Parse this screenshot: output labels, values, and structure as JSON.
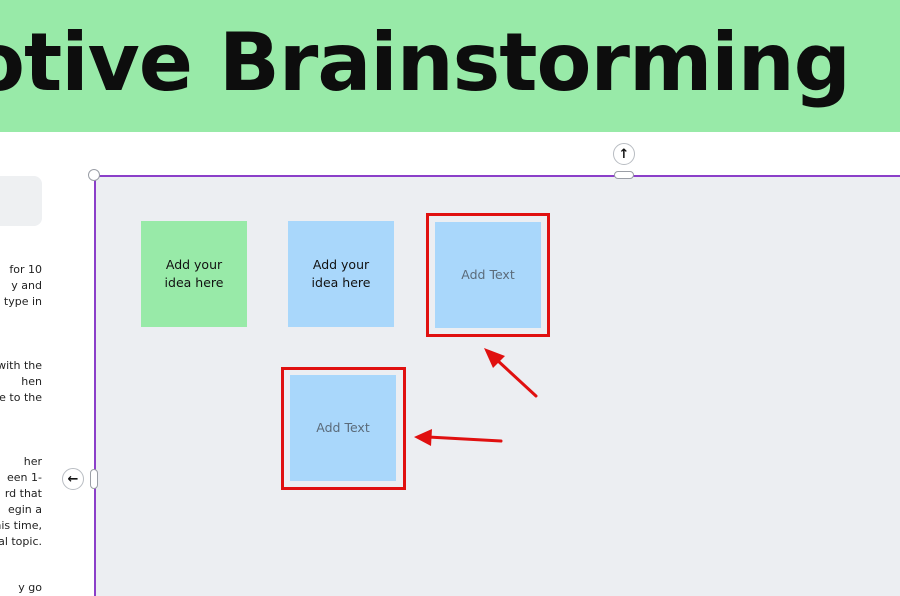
{
  "banner": {
    "title": "otive Brainstorming"
  },
  "left_panel": {
    "paragraphs": [
      "for 10\ny and\ntype in",
      "with the\nhen\ne to the",
      "her\neen 1-\nrd that\negin a\nhis time,\nal topic.",
      "y go"
    ],
    "collapse_icon": "arrow-left-icon"
  },
  "canvas": {
    "scroll_up_icon": "arrow-up-icon",
    "notes": [
      {
        "text": "Add your\nidea here",
        "color": "#98eaa8",
        "placeholder": false
      },
      {
        "text": "Add your\nidea here",
        "color": "#a9d7fb",
        "placeholder": false
      },
      {
        "text": "Add Text",
        "color": "#a9d7fb",
        "placeholder": true
      },
      {
        "text": "Add Text",
        "color": "#a9d7fb",
        "placeholder": true
      }
    ]
  },
  "colors": {
    "banner_bg": "#98eaa8",
    "canvas_bg": "#eceef2",
    "selection_border": "#8b3fc9",
    "annotation_red": "#e01010",
    "note_green": "#98eaa8",
    "note_blue": "#a9d7fb"
  }
}
